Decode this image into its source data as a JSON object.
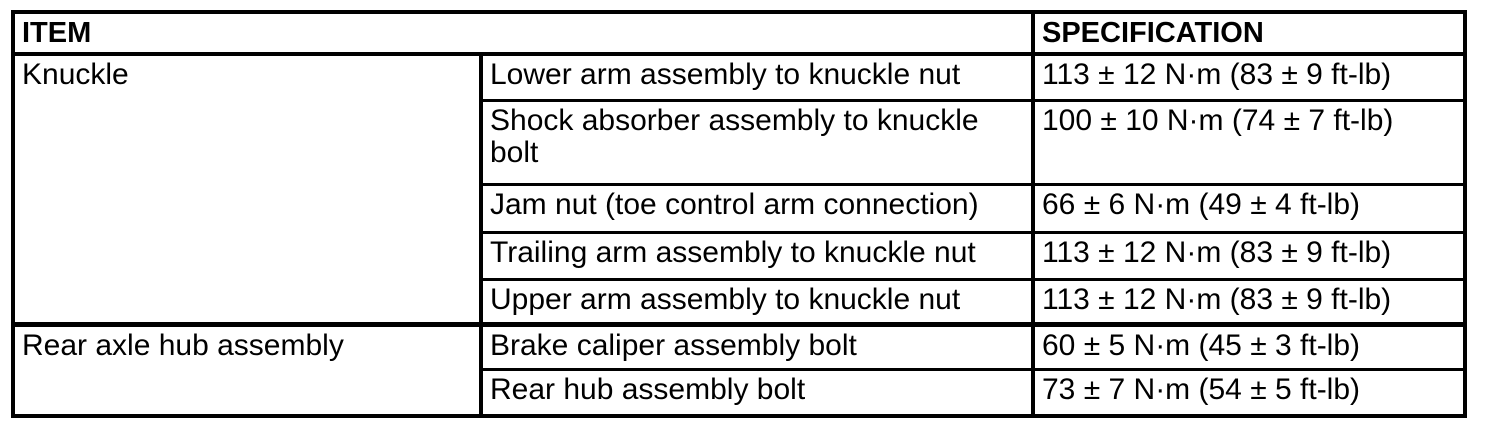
{
  "colors": {
    "background": "#ffffff",
    "border": "#000000",
    "text": "#000000"
  },
  "table": {
    "columns": {
      "item_label": "ITEM",
      "specification_label": "SPECIFICATION"
    },
    "groups": [
      {
        "item": "Knuckle",
        "rows": [
          {
            "component": "Lower arm assembly to knuckle nut",
            "spec": "113 ± 12 N·m (83 ± 9 ft-lb)"
          },
          {
            "component": "Shock absorber assembly to knuckle bolt",
            "spec": "100 ± 10 N·m (74 ± 7 ft-lb)"
          },
          {
            "component": "Jam nut (toe control arm connection)",
            "spec": "66 ± 6 N·m (49 ± 4 ft-lb)"
          },
          {
            "component": "Trailing arm assembly to knuckle nut",
            "spec": "113 ± 12 N·m (83 ± 9 ft-lb)"
          },
          {
            "component": "Upper arm assembly to knuckle nut",
            "spec": "113 ± 12 N·m (83 ± 9 ft-lb)"
          }
        ]
      },
      {
        "item": "Rear axle hub assembly",
        "rows": [
          {
            "component": "Brake caliper assembly bolt",
            "spec": "60 ± 5 N·m (45 ± 3 ft-lb)"
          },
          {
            "component": "Rear hub assembly bolt",
            "spec": "73 ± 7 N·m (54 ± 5 ft-lb)"
          }
        ]
      }
    ]
  }
}
